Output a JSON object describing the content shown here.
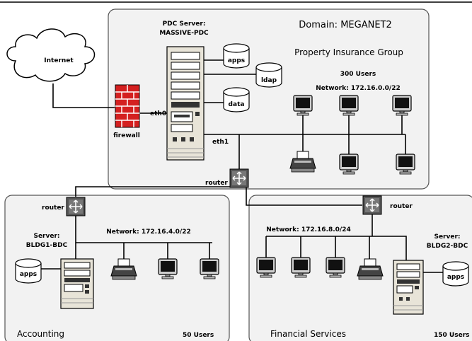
{
  "domain": {
    "title": "Domain: MEGANET2",
    "group": "Property Insurance Group",
    "users": "300 Users",
    "network": "Network: 172.16.0.0/22",
    "pdc_title": "PDC Server:",
    "pdc_name": "MASSIVE-PDC",
    "eth0": "eth0",
    "eth1": "eth1",
    "router": "router",
    "shares": [
      "apps",
      "ldap",
      "data"
    ]
  },
  "internet": {
    "label": "Internet"
  },
  "firewall": {
    "label": "firewall"
  },
  "accounting": {
    "name": "Accounting",
    "users": "50 Users",
    "router": "router",
    "server_title": "Server:",
    "server_name": "BLDG1-BDC",
    "network": "Network: 172.16.4.0/22",
    "share": "apps"
  },
  "financial": {
    "name": "Financial Services",
    "users": "150 Users",
    "router": "router",
    "server_title": "Server:",
    "server_name": "BLDG2-BDC",
    "network": "Network: 172.16.8.0/24",
    "share": "apps"
  },
  "colors": {
    "panel_fill": "#f2f2f2",
    "panel_stroke": "#555555",
    "firewall": "#d42020",
    "device_fill": "#e8e4d8",
    "screen": "#222222"
  }
}
